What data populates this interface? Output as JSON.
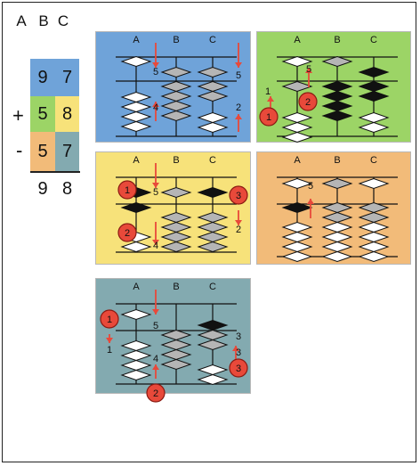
{
  "grid": {
    "headers": [
      "A",
      "B",
      "C"
    ],
    "rows": [
      {
        "op": "",
        "digits": [
          "",
          "9",
          "7"
        ]
      },
      {
        "op": "+",
        "digits": [
          "",
          "5",
          "8"
        ]
      },
      {
        "op": "-",
        "digits": [
          "",
          "5",
          "7"
        ]
      }
    ],
    "result": [
      "",
      "9",
      "8"
    ]
  },
  "colors": {
    "blue": "#6fa3d9",
    "green": "#9cd466",
    "yellow": "#f7e27a",
    "orange": "#f2bb79",
    "teal": "#83aab0",
    "bead_white": "#ffffff",
    "bead_gray": "#b5b5b5",
    "bead_black": "#111111",
    "arrow": "#e8493a"
  },
  "panels": [
    {
      "id": "blue",
      "color": "#6fa3d9",
      "cols": [
        "A",
        "B",
        "C"
      ],
      "numbers": [
        "5",
        "5",
        "4",
        "2"
      ],
      "badges": []
    },
    {
      "id": "green",
      "color": "#9cd466",
      "cols": [
        "A",
        "B",
        "C"
      ],
      "numbers": [
        "5",
        "1"
      ],
      "badges": [
        "1",
        "2"
      ]
    },
    {
      "id": "yellow",
      "color": "#f7e27a",
      "cols": [
        "A",
        "B",
        "C"
      ],
      "numbers": [
        "5",
        "4",
        "2"
      ],
      "badges": [
        "1",
        "2",
        "3"
      ]
    },
    {
      "id": "orange",
      "color": "#f2bb79",
      "cols": [
        "A",
        "B",
        "C"
      ],
      "numbers": [
        "5"
      ],
      "badges": []
    },
    {
      "id": "teal",
      "color": "#83aab0",
      "cols": [
        "A",
        "B",
        "C"
      ],
      "numbers": [
        "5",
        "1",
        "4",
        "3",
        "3"
      ],
      "badges": [
        "1",
        "2",
        "3"
      ]
    }
  ]
}
